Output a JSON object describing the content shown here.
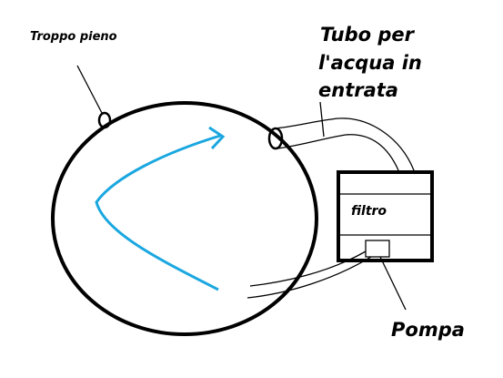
{
  "labels": {
    "overflow": "Troppo pieno",
    "inlet_line1": "Tubo per",
    "inlet_line2": "l'acqua in",
    "inlet_line3": "entrata",
    "filter": "filtro",
    "pump": "Pompa"
  },
  "colors": {
    "outline": "#000000",
    "flow_arrow": "#1aa7e0",
    "background": "#ffffff"
  }
}
